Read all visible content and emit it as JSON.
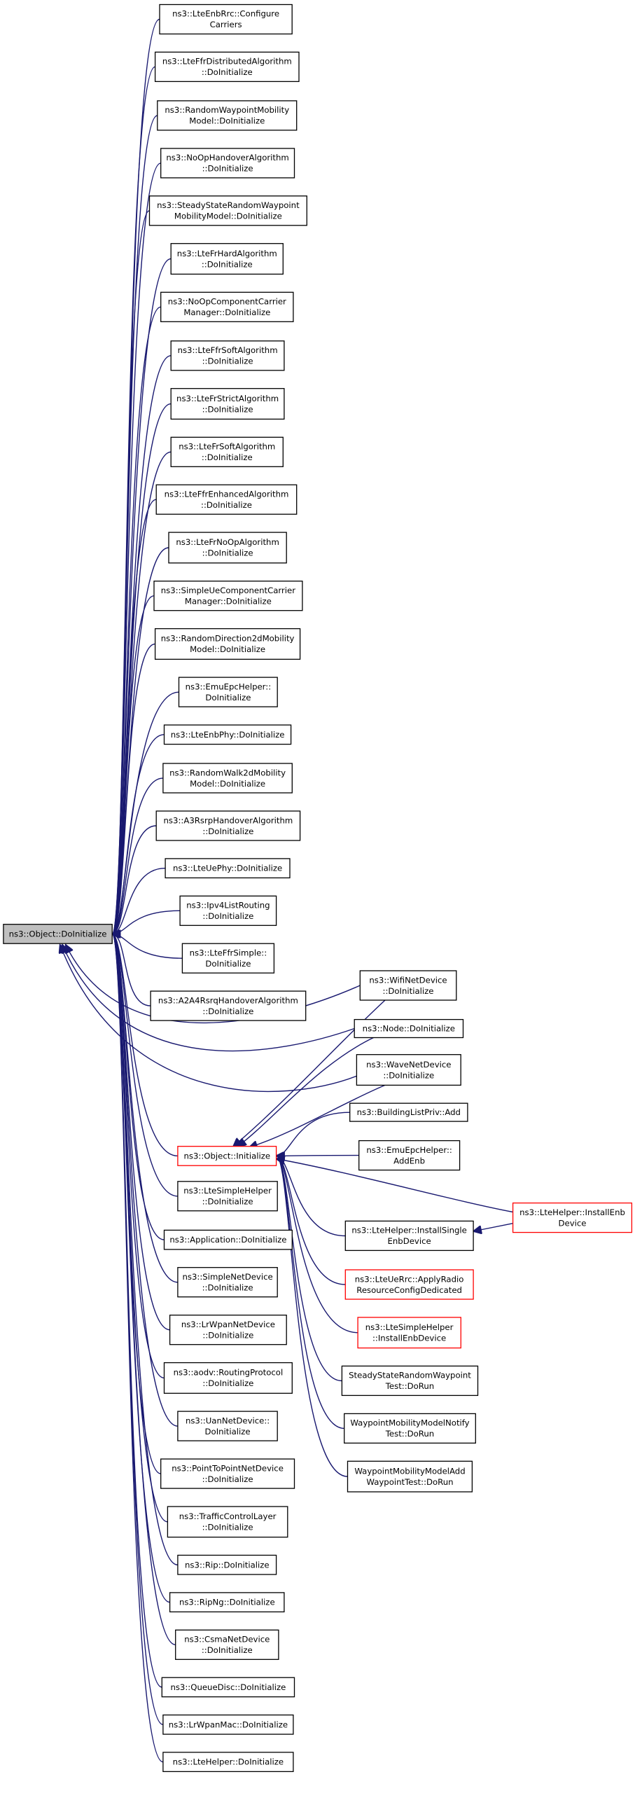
{
  "colors": {
    "edge": "#191970",
    "node_border": "#000000",
    "highlight_border": "#ff0000",
    "root_fill": "#bfbfbf",
    "background": "#ffffff"
  },
  "nodes": [
    {
      "id": "object-doinitialize",
      "lines": [
        "ns3::Object::DoInitialize"
      ],
      "root": true
    },
    {
      "id": "lte-enb-rrc-configure-carriers",
      "lines": [
        "ns3::LteEnbRrc::Configure",
        "Carriers"
      ]
    },
    {
      "id": "lte-ffr-distributed-algorithm-doinitialize",
      "lines": [
        "ns3::LteFfrDistributedAlgorithm",
        "::DoInitialize"
      ]
    },
    {
      "id": "random-waypoint-mobility-model-doinitialize",
      "lines": [
        "ns3::RandomWaypointMobility",
        "Model::DoInitialize"
      ]
    },
    {
      "id": "noop-handover-algorithm-doinitialize",
      "lines": [
        "ns3::NoOpHandoverAlgorithm",
        "::DoInitialize"
      ]
    },
    {
      "id": "steady-state-random-waypoint-mobility-model-doinitialize",
      "lines": [
        "ns3::SteadyStateRandomWaypoint",
        "MobilityModel::DoInitialize"
      ]
    },
    {
      "id": "lte-fr-hard-algorithm-doinitialize",
      "lines": [
        "ns3::LteFrHardAlgorithm",
        "::DoInitialize"
      ]
    },
    {
      "id": "noop-component-carrier-manager-doinitialize",
      "lines": [
        "ns3::NoOpComponentCarrier",
        "Manager::DoInitialize"
      ]
    },
    {
      "id": "lte-ffr-soft-algorithm-doinitialize",
      "lines": [
        "ns3::LteFfrSoftAlgorithm",
        "::DoInitialize"
      ]
    },
    {
      "id": "lte-fr-strict-algorithm-doinitialize",
      "lines": [
        "ns3::LteFrStrictAlgorithm",
        "::DoInitialize"
      ]
    },
    {
      "id": "lte-fr-soft-algorithm-doinitialize",
      "lines": [
        "ns3::LteFrSoftAlgorithm",
        "::DoInitialize"
      ]
    },
    {
      "id": "lte-ffr-enhanced-algorithm-doinitialize",
      "lines": [
        "ns3::LteFfrEnhancedAlgorithm",
        "::DoInitialize"
      ]
    },
    {
      "id": "lte-fr-noop-algorithm-doinitialize",
      "lines": [
        "ns3::LteFrNoOpAlgorithm",
        "::DoInitialize"
      ]
    },
    {
      "id": "simple-ue-component-carrier-manager-doinitialize",
      "lines": [
        "ns3::SimpleUeComponentCarrier",
        "Manager::DoInitialize"
      ]
    },
    {
      "id": "random-direction2d-mobility-model-doinitialize",
      "lines": [
        "ns3::RandomDirection2dMobility",
        "Model::DoInitialize"
      ]
    },
    {
      "id": "emu-epc-helper-doinitialize",
      "lines": [
        "ns3::EmuEpcHelper::",
        "DoInitialize"
      ]
    },
    {
      "id": "lte-enb-phy-doinitialize",
      "lines": [
        "ns3::LteEnbPhy::DoInitialize"
      ]
    },
    {
      "id": "random-walk2d-mobility-model-doinitialize",
      "lines": [
        "ns3::RandomWalk2dMobility",
        "Model::DoInitialize"
      ]
    },
    {
      "id": "a3-rsrp-handover-algorithm-doinitialize",
      "lines": [
        "ns3::A3RsrpHandoverAlgorithm",
        "::DoInitialize"
      ]
    },
    {
      "id": "lte-ue-phy-doinitialize",
      "lines": [
        "ns3::LteUePhy::DoInitialize"
      ]
    },
    {
      "id": "ipv4-list-routing-doinitialize",
      "lines": [
        "ns3::Ipv4ListRouting",
        "::DoInitialize"
      ]
    },
    {
      "id": "lte-ffr-simple-doinitialize",
      "lines": [
        "ns3::LteFfrSimple::",
        "DoInitialize"
      ]
    },
    {
      "id": "a2a4-rsrq-handover-algorithm-doinitialize",
      "lines": [
        "ns3::A2A4RsrqHandoverAlgorithm",
        "::DoInitialize"
      ]
    },
    {
      "id": "wifi-net-device-doinitialize",
      "lines": [
        "ns3::WifiNetDevice",
        "::DoInitialize"
      ]
    },
    {
      "id": "node-doinitialize",
      "lines": [
        "ns3::Node::DoInitialize"
      ]
    },
    {
      "id": "wave-net-device-doinitialize",
      "lines": [
        "ns3::WaveNetDevice",
        "::DoInitialize"
      ]
    },
    {
      "id": "building-list-priv-add",
      "lines": [
        "ns3::BuildingListPriv::Add"
      ]
    },
    {
      "id": "object-initialize",
      "lines": [
        "ns3::Object::Initialize"
      ],
      "highlight": true
    },
    {
      "id": "emu-epc-helper-add-enb",
      "lines": [
        "ns3::EmuEpcHelper::",
        "AddEnb"
      ]
    },
    {
      "id": "lte-helper-install-enb-device",
      "lines": [
        "ns3::LteHelper::InstallEnb",
        "Device"
      ],
      "highlight": true
    },
    {
      "id": "lte-simple-helper-doinitialize",
      "lines": [
        "ns3::LteSimpleHelper",
        "::DoInitialize"
      ]
    },
    {
      "id": "lte-helper-install-single-enb-device",
      "lines": [
        "ns3::LteHelper::InstallSingle",
        "EnbDevice"
      ]
    },
    {
      "id": "application-doinitialize",
      "lines": [
        "ns3::Application::DoInitialize"
      ]
    },
    {
      "id": "lte-ue-rrc-apply-radio-resource-config-dedicated",
      "lines": [
        "ns3::LteUeRrc::ApplyRadio",
        "ResourceConfigDedicated"
      ],
      "highlight": true
    },
    {
      "id": "simple-net-device-doinitialize",
      "lines": [
        "ns3::SimpleNetDevice",
        "::DoInitialize"
      ]
    },
    {
      "id": "lte-simple-helper-install-enb-device",
      "lines": [
        "ns3::LteSimpleHelper",
        "::InstallEnbDevice"
      ],
      "highlight": true
    },
    {
      "id": "lr-wpan-net-device-doinitialize",
      "lines": [
        "ns3::LrWpanNetDevice",
        "::DoInitialize"
      ]
    },
    {
      "id": "steady-state-random-waypoint-test-dorun",
      "lines": [
        "SteadyStateRandomWaypoint",
        "Test::DoRun"
      ]
    },
    {
      "id": "aodv-routing-protocol-doinitialize",
      "lines": [
        "ns3::aodv::RoutingProtocol",
        "::DoInitialize"
      ]
    },
    {
      "id": "waypoint-mobility-model-notify-test-dorun",
      "lines": [
        "WaypointMobilityModelNotify",
        "Test::DoRun"
      ]
    },
    {
      "id": "uan-net-device-doinitialize",
      "lines": [
        "ns3::UanNetDevice::",
        "DoInitialize"
      ]
    },
    {
      "id": "waypoint-mobility-model-add-waypoint-test-dorun",
      "lines": [
        "WaypointMobilityModelAdd",
        "WaypointTest::DoRun"
      ]
    },
    {
      "id": "point-to-point-net-device-doinitialize",
      "lines": [
        "ns3::PointToPointNetDevice",
        "::DoInitialize"
      ]
    },
    {
      "id": "traffic-control-layer-doinitialize",
      "lines": [
        "ns3::TrafficControlLayer",
        "::DoInitialize"
      ]
    },
    {
      "id": "rip-doinitialize",
      "lines": [
        "ns3::Rip::DoInitialize"
      ]
    },
    {
      "id": "ripng-doinitialize",
      "lines": [
        "ns3::RipNg::DoInitialize"
      ]
    },
    {
      "id": "csma-net-device-doinitialize",
      "lines": [
        "ns3::CsmaNetDevice",
        "::DoInitialize"
      ]
    },
    {
      "id": "queue-disc-doinitialize",
      "lines": [
        "ns3::QueueDisc::DoInitialize"
      ]
    },
    {
      "id": "lr-wpan-mac-doinitialize",
      "lines": [
        "ns3::LrWpanMac::DoInitialize"
      ]
    },
    {
      "id": "lte-helper-doinitialize",
      "lines": [
        "ns3::LteHelper::DoInitialize"
      ]
    }
  ],
  "edges": [
    {
      "from": "lte-enb-rrc-configure-carriers",
      "to": "object-doinitialize"
    },
    {
      "from": "lte-ffr-distributed-algorithm-doinitialize",
      "to": "object-doinitialize"
    },
    {
      "from": "random-waypoint-mobility-model-doinitialize",
      "to": "object-doinitialize"
    },
    {
      "from": "noop-handover-algorithm-doinitialize",
      "to": "object-doinitialize"
    },
    {
      "from": "steady-state-random-waypoint-mobility-model-doinitialize",
      "to": "object-doinitialize"
    },
    {
      "from": "lte-fr-hard-algorithm-doinitialize",
      "to": "object-doinitialize"
    },
    {
      "from": "noop-component-carrier-manager-doinitialize",
      "to": "object-doinitialize"
    },
    {
      "from": "lte-ffr-soft-algorithm-doinitialize",
      "to": "object-doinitialize"
    },
    {
      "from": "lte-fr-strict-algorithm-doinitialize",
      "to": "object-doinitialize"
    },
    {
      "from": "lte-fr-soft-algorithm-doinitialize",
      "to": "object-doinitialize"
    },
    {
      "from": "lte-ffr-enhanced-algorithm-doinitialize",
      "to": "object-doinitialize"
    },
    {
      "from": "lte-fr-noop-algorithm-doinitialize",
      "to": "object-doinitialize"
    },
    {
      "from": "simple-ue-component-carrier-manager-doinitialize",
      "to": "object-doinitialize"
    },
    {
      "from": "random-direction2d-mobility-model-doinitialize",
      "to": "object-doinitialize"
    },
    {
      "from": "emu-epc-helper-doinitialize",
      "to": "object-doinitialize"
    },
    {
      "from": "lte-enb-phy-doinitialize",
      "to": "object-doinitialize"
    },
    {
      "from": "random-walk2d-mobility-model-doinitialize",
      "to": "object-doinitialize"
    },
    {
      "from": "a3-rsrp-handover-algorithm-doinitialize",
      "to": "object-doinitialize"
    },
    {
      "from": "lte-ue-phy-doinitialize",
      "to": "object-doinitialize"
    },
    {
      "from": "ipv4-list-routing-doinitialize",
      "to": "object-doinitialize"
    },
    {
      "from": "lte-ffr-simple-doinitialize",
      "to": "object-doinitialize"
    },
    {
      "from": "a2a4-rsrq-handover-algorithm-doinitialize",
      "to": "object-doinitialize"
    },
    {
      "from": "wifi-net-device-doinitialize",
      "to": "object-doinitialize"
    },
    {
      "from": "node-doinitialize",
      "to": "object-doinitialize"
    },
    {
      "from": "wave-net-device-doinitialize",
      "to": "object-doinitialize"
    },
    {
      "from": "object-initialize",
      "to": "object-doinitialize"
    },
    {
      "from": "lte-simple-helper-doinitialize",
      "to": "object-doinitialize"
    },
    {
      "from": "application-doinitialize",
      "to": "object-doinitialize"
    },
    {
      "from": "simple-net-device-doinitialize",
      "to": "object-doinitialize"
    },
    {
      "from": "lr-wpan-net-device-doinitialize",
      "to": "object-doinitialize"
    },
    {
      "from": "aodv-routing-protocol-doinitialize",
      "to": "object-doinitialize"
    },
    {
      "from": "uan-net-device-doinitialize",
      "to": "object-doinitialize"
    },
    {
      "from": "point-to-point-net-device-doinitialize",
      "to": "object-doinitialize"
    },
    {
      "from": "traffic-control-layer-doinitialize",
      "to": "object-doinitialize"
    },
    {
      "from": "rip-doinitialize",
      "to": "object-doinitialize"
    },
    {
      "from": "ripng-doinitialize",
      "to": "object-doinitialize"
    },
    {
      "from": "csma-net-device-doinitialize",
      "to": "object-doinitialize"
    },
    {
      "from": "queue-disc-doinitialize",
      "to": "object-doinitialize"
    },
    {
      "from": "lr-wpan-mac-doinitialize",
      "to": "object-doinitialize"
    },
    {
      "from": "lte-helper-doinitialize",
      "to": "object-doinitialize"
    },
    {
      "from": "wifi-net-device-doinitialize",
      "to": "object-initialize"
    },
    {
      "from": "node-doinitialize",
      "to": "object-initialize"
    },
    {
      "from": "wave-net-device-doinitialize",
      "to": "object-initialize"
    },
    {
      "from": "building-list-priv-add",
      "to": "object-initialize"
    },
    {
      "from": "emu-epc-helper-add-enb",
      "to": "object-initialize"
    },
    {
      "from": "lte-helper-install-enb-device",
      "to": "object-initialize"
    },
    {
      "from": "lte-helper-install-single-enb-device",
      "to": "object-initialize"
    },
    {
      "from": "lte-ue-rrc-apply-radio-resource-config-dedicated",
      "to": "object-initialize"
    },
    {
      "from": "lte-simple-helper-install-enb-device",
      "to": "object-initialize"
    },
    {
      "from": "steady-state-random-waypoint-test-dorun",
      "to": "object-initialize"
    },
    {
      "from": "waypoint-mobility-model-notify-test-dorun",
      "to": "object-initialize"
    },
    {
      "from": "waypoint-mobility-model-add-waypoint-test-dorun",
      "to": "object-initialize"
    },
    {
      "from": "lte-helper-install-enb-device",
      "to": "lte-helper-install-single-enb-device"
    }
  ]
}
